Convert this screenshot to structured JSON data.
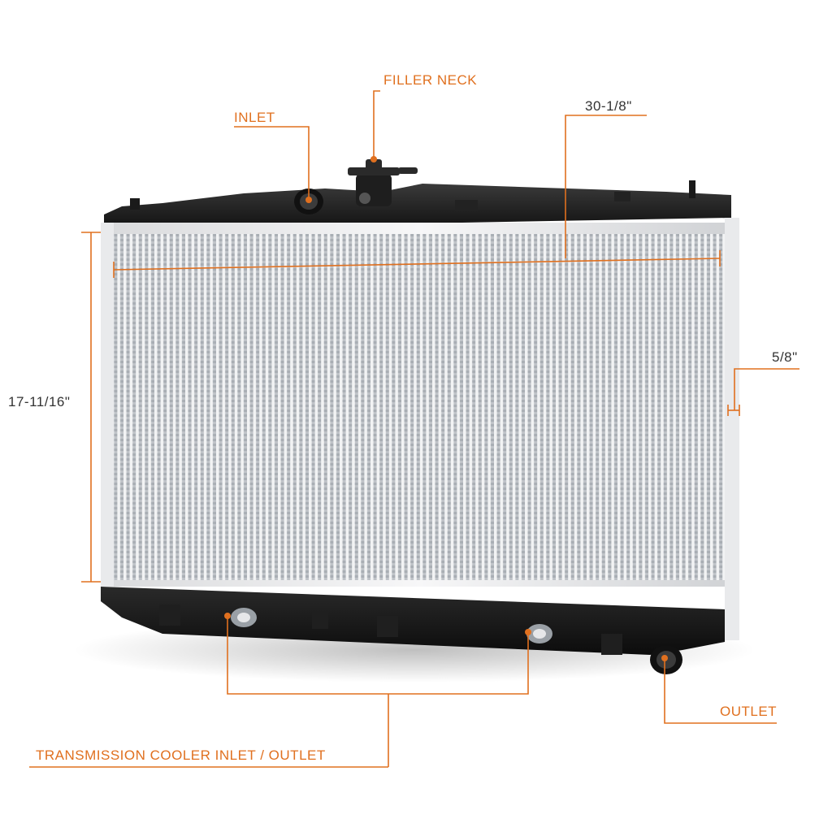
{
  "colors": {
    "accent": "#E0701F",
    "label_text": "#E0701F",
    "dimension_text": "#333333",
    "plastic_tank": "#1b1b1b",
    "core_fin": "#c9cdd2",
    "core_tube": "#f4f5f6",
    "frame": "#e8e9eb"
  },
  "callouts": {
    "filler_neck": "FILLER NECK",
    "inlet": "INLET",
    "outlet": "OUTLET",
    "trans_cooler": "TRANSMISSION COOLER INLET / OUTLET"
  },
  "dimensions": {
    "width": "30-1/8\"",
    "height": "17-11/16\"",
    "thickness": "5/8\""
  },
  "icons": [
    "radiator-core",
    "filler-neck-cap",
    "hose-port",
    "trans-cooler-fitting",
    "mounting-tab"
  ]
}
